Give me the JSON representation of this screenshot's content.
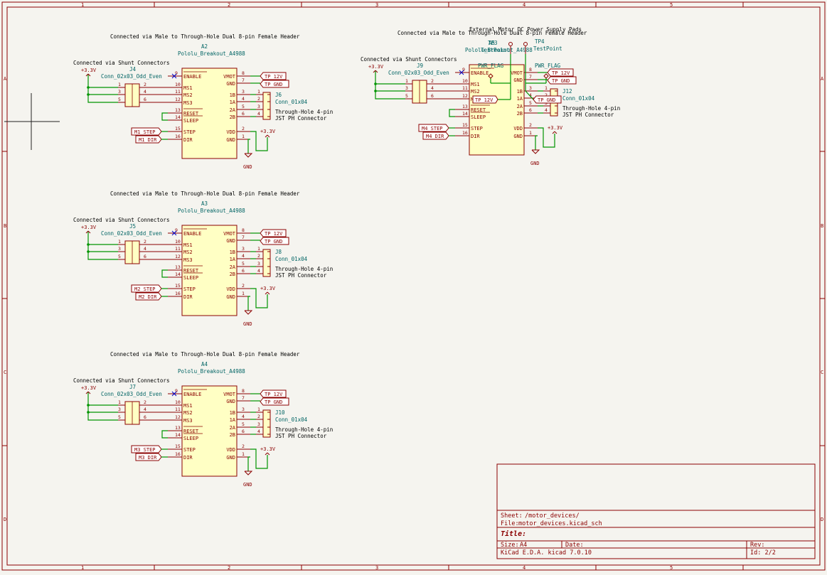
{
  "frame": {
    "columns": [
      "1",
      "2",
      "3",
      "4",
      "5"
    ],
    "rows": [
      "A",
      "B",
      "C",
      "D"
    ]
  },
  "drivers": [
    {
      "note": "Connected via Male to Through-Hole Dual 8-pin Female Header",
      "ref": "A2",
      "value": "Pololu_Breakout_A4988",
      "shunt": {
        "note": "Connected via Shunt Connectors",
        "ref": "J4",
        "value": "Conn_02x03_Odd_Even"
      },
      "out": {
        "ref": "J6",
        "value": "Conn_01x04",
        "desc1": "Through-Hole 4-pin",
        "desc2": "JST PH Connector"
      },
      "step": "M1_STEP",
      "dir": "M1_DIR",
      "vmot": "TP_12V",
      "gnd": "TP_GND"
    },
    {
      "note": "Connected via Male to Through-Hole Dual 8-pin Female Header",
      "ref": "A3",
      "value": "Pololu_Breakout_A4988",
      "shunt": {
        "note": "Connected via Shunt Connectors",
        "ref": "J5",
        "value": "Conn_02x03_Odd_Even"
      },
      "out": {
        "ref": "J8",
        "value": "Conn_01x04",
        "desc1": "Through-Hole 4-pin",
        "desc2": "JST PH Connector"
      },
      "step": "M2_STEP",
      "dir": "M2_DIR",
      "vmot": "TP_12V",
      "gnd": "TP_GND"
    },
    {
      "note": "Connected via Male to Through-Hole Dual 8-pin Female Header",
      "ref": "A4",
      "value": "Pololu_Breakout_A4988",
      "shunt": {
        "note": "Connected via Shunt Connectors",
        "ref": "J7",
        "value": "Conn_02x03_Odd_Even"
      },
      "out": {
        "ref": "J10",
        "value": "Conn_01x04",
        "desc1": "Through-Hole 4-pin",
        "desc2": "JST PH Connector"
      },
      "step": "M3_STEP",
      "dir": "M3_DIR",
      "vmot": "TP_12V",
      "gnd": "TP_GND"
    },
    {
      "note": "Connected via Male to Through-Hole Dual 8-pin Female Header",
      "ref": "A5",
      "value": "Pololu_Breakout_A4988",
      "shunt": {
        "note": "Connected via Shunt Connectors",
        "ref": "J9",
        "value": "Conn_02x03_Odd_Even"
      },
      "out": {
        "ref": "J12",
        "value": "Conn_01x04",
        "desc1": "Through-Hole 4-pin",
        "desc2": "JST PH Connector"
      },
      "step": "M4_STEP",
      "dir": "M4_DIR",
      "vmot": "TP_12V",
      "gnd": "TP_GND"
    }
  ],
  "driver_pins": {
    "enable": {
      "name": "ENABLE",
      "num": "9"
    },
    "ms1": {
      "name": "MS1",
      "num": "10"
    },
    "ms2": {
      "name": "MS2",
      "num": "11"
    },
    "ms3": {
      "name": "MS3",
      "num": "12"
    },
    "reset": {
      "name": "RESET",
      "num": "13"
    },
    "sleep": {
      "name": "SLEEP",
      "num": "14"
    },
    "step": {
      "name": "STEP",
      "num": "15"
    },
    "dir": {
      "name": "DIR",
      "num": "16"
    },
    "vmot": {
      "name": "VMOT",
      "num": "8"
    },
    "gnd1": {
      "name": "GND",
      "num": "7"
    },
    "b1": {
      "name": "1B",
      "num": "3"
    },
    "a1": {
      "name": "1A",
      "num": "4"
    },
    "a2": {
      "name": "2A",
      "num": "5"
    },
    "b2": {
      "name": "2B",
      "num": "6"
    },
    "vdd": {
      "name": "VDD",
      "num": "2"
    },
    "gnd2": {
      "name": "GND",
      "num": "1"
    }
  },
  "shunt_pins": [
    "1",
    "2",
    "3",
    "4",
    "5",
    "6"
  ],
  "conn_pins": [
    "1",
    "2",
    "3",
    "4"
  ],
  "power": {
    "v33": "+3.3V",
    "gnd": "GND"
  },
  "power_pads": {
    "note": "External Motor DC Power Supply Pads",
    "tp3": {
      "ref": "TP3",
      "value": "TestPoint",
      "flag": "PWR_FLAG",
      "net": "TP_12V"
    },
    "tp4": {
      "ref": "TP4",
      "value": "TestPoint",
      "flag": "PWR_FLAG",
      "net": "TP_GND"
    }
  },
  "title_block": {
    "sheet_label": "Sheet:",
    "sheet": "/motor_devices/",
    "file_label": "File:",
    "file": "motor_devices.kicad_sch",
    "title_label": "Title:",
    "size_label": "Size:",
    "size": "A4",
    "date_label": "Date:",
    "rev_label": "Rev:",
    "tool": "KiCad E.D.A.  kicad 7.0.10",
    "id": "Id: 2/2"
  }
}
